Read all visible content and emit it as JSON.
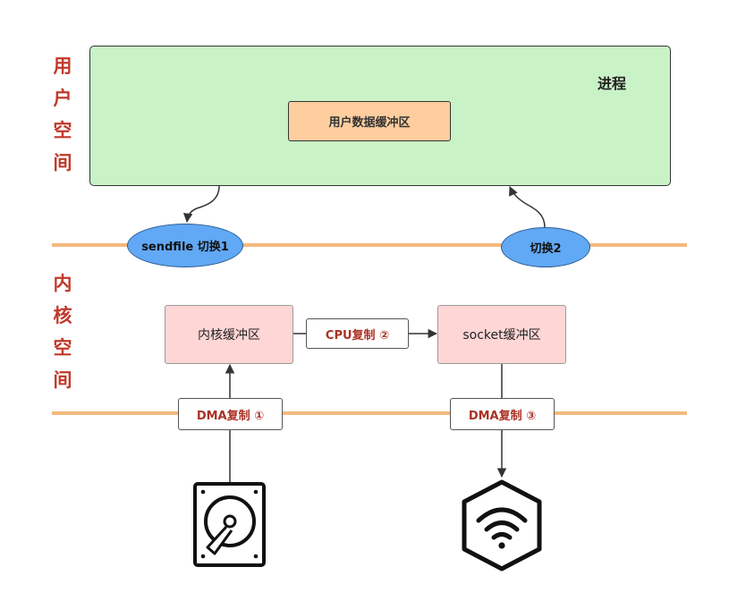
{
  "labels": {
    "user_space": [
      "用",
      "户",
      "空",
      "间"
    ],
    "kernel_space": [
      "内",
      "核",
      "空",
      "间"
    ]
  },
  "process": {
    "title": "进程",
    "buffer": "用户数据缓冲区"
  },
  "switches": {
    "first": "sendfile 切换1",
    "second": "切换2"
  },
  "kernel": {
    "kernel_buffer": "内核缓冲区",
    "socket_buffer": "socket缓冲区",
    "cpu_copy": "CPU复制 ②"
  },
  "dma": {
    "copy1": "DMA复制 ①",
    "copy3": "DMA复制 ③"
  },
  "icons": {
    "disk": "hard-disk-icon",
    "network": "wifi-icon"
  },
  "colors": {
    "accent_text": "#c0392b",
    "process_fill": "#c9f2c7",
    "user_buffer_fill": "#ffce9f",
    "kernel_buffer_fill": "#ffd6d6",
    "boundary_line": "#f4b97e",
    "switch_fill": "#61a8f5"
  }
}
